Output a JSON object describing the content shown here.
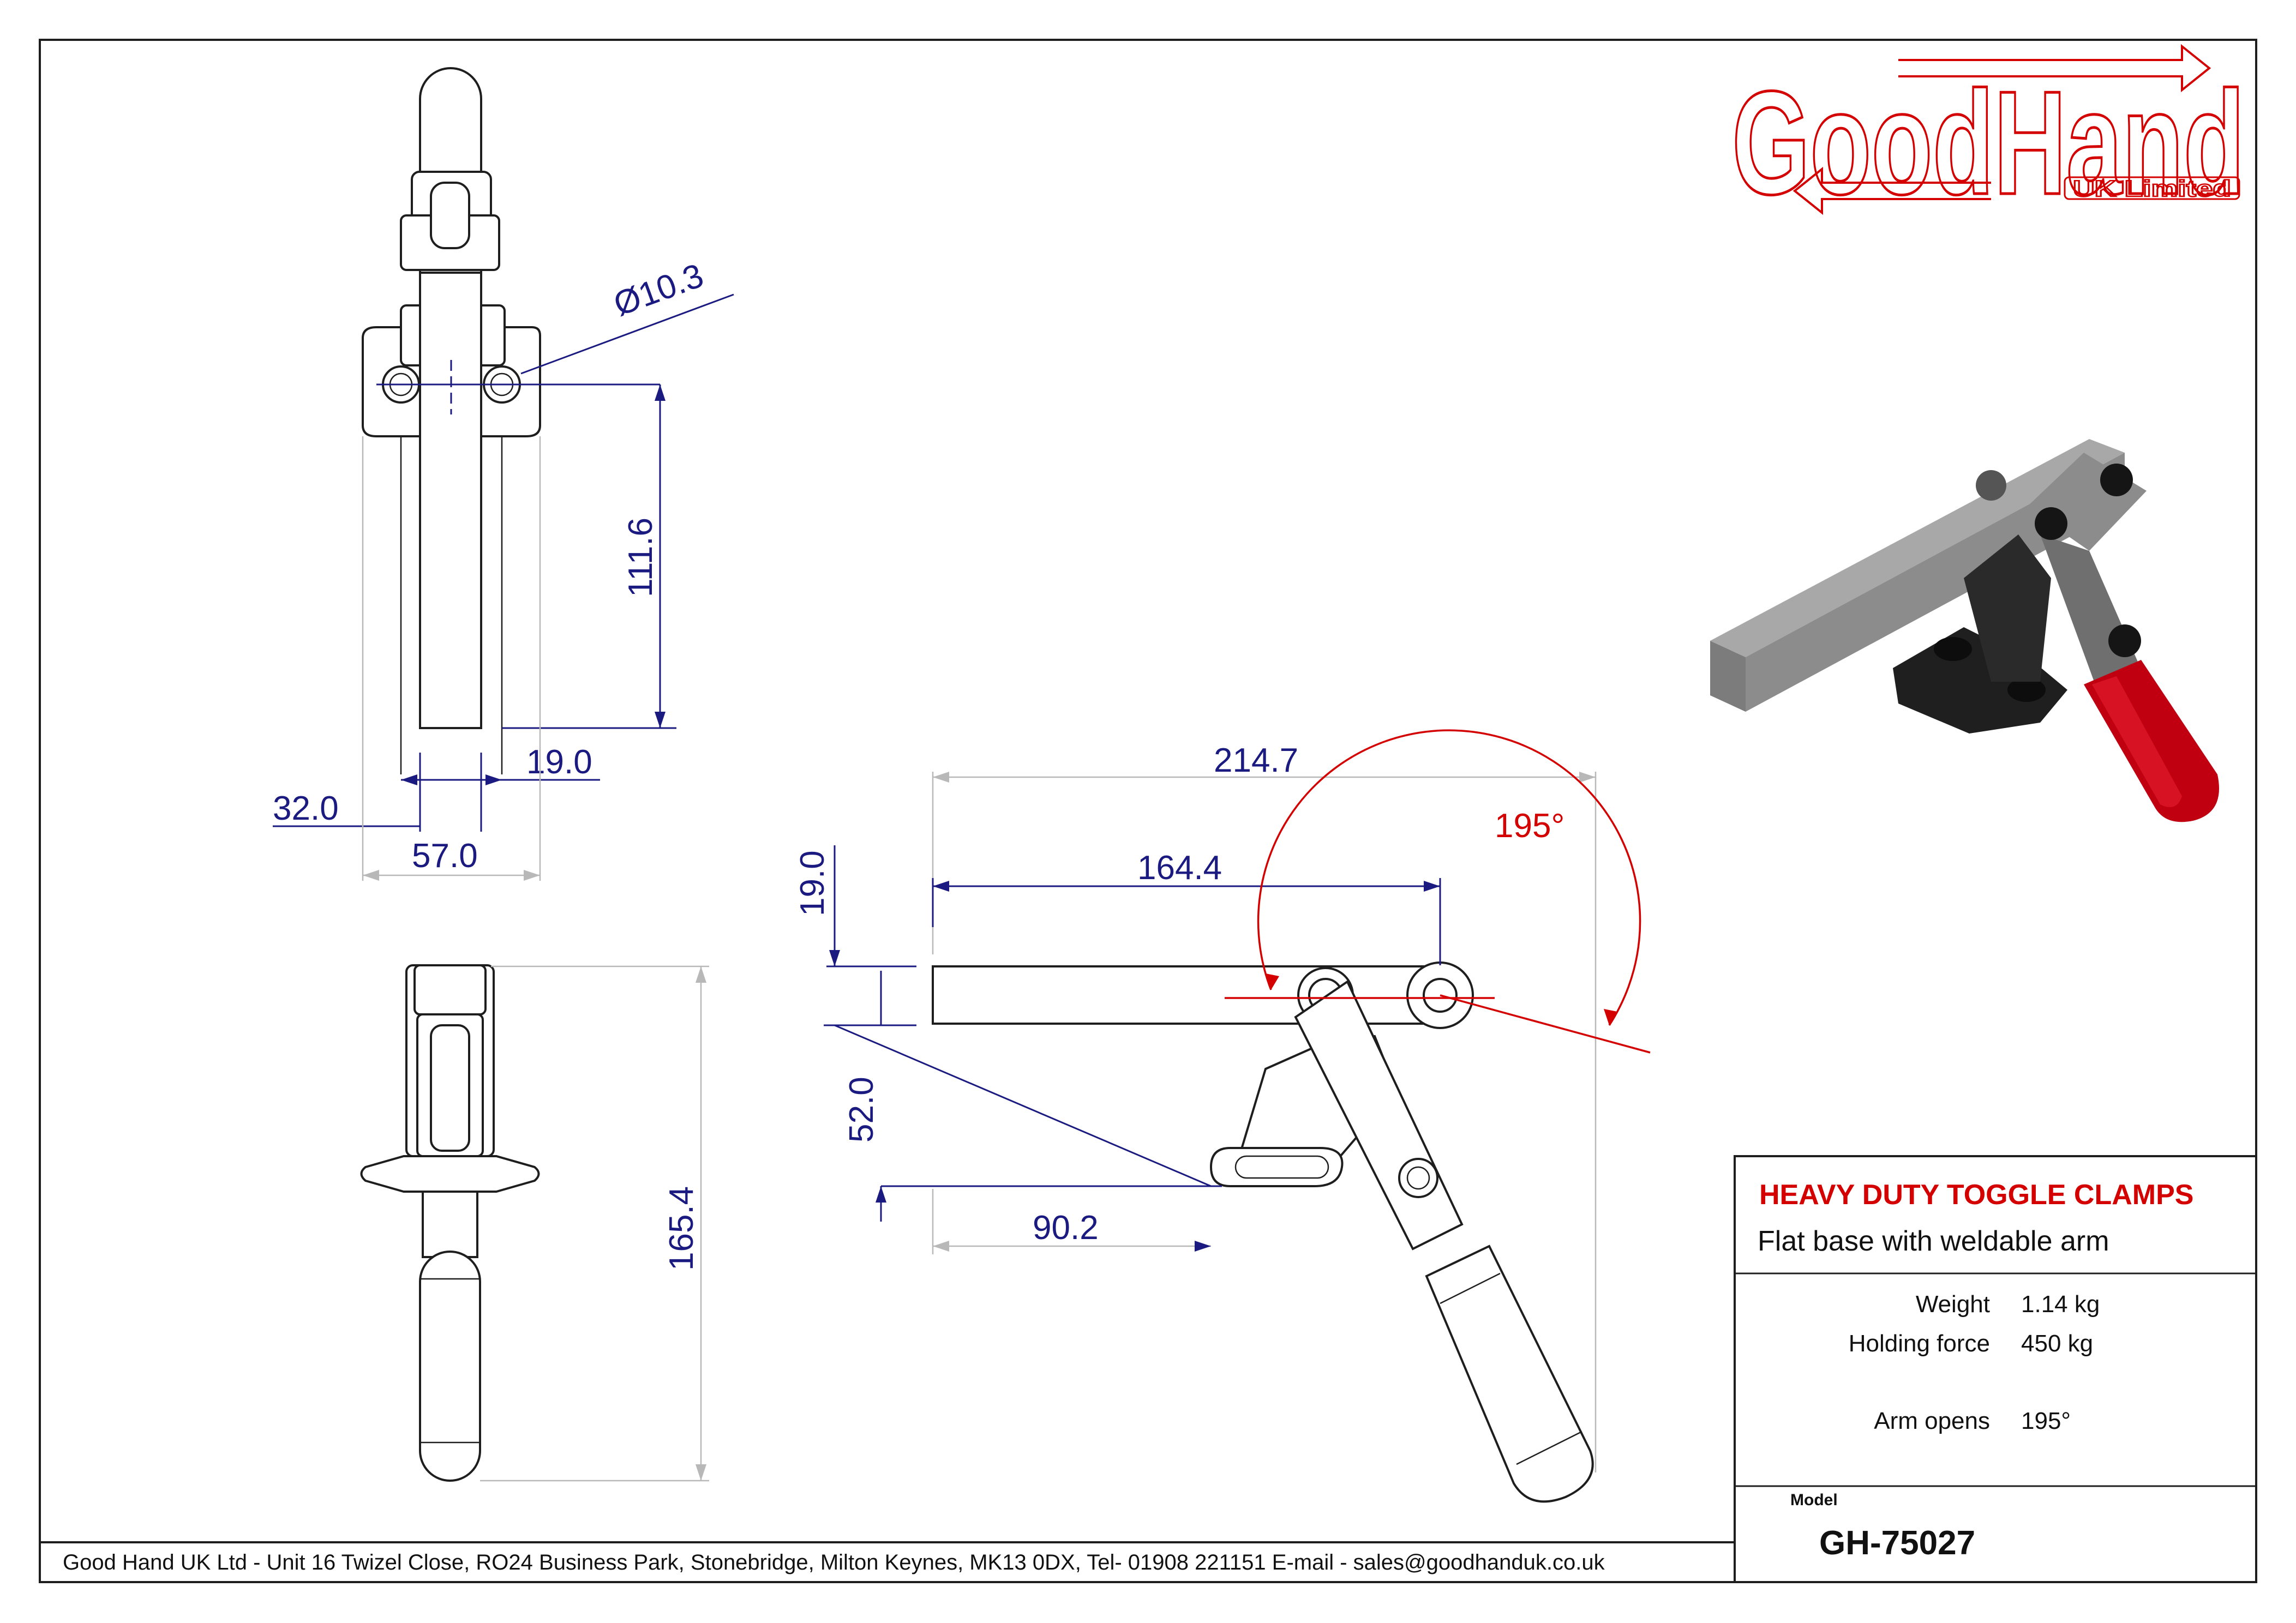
{
  "logo": {
    "brand": "GoodHand",
    "subtitle": "UK Limited"
  },
  "dimensions": {
    "hole_diameter": "Ø10.3",
    "top_view_height": "111.6",
    "top_view_offset": "19.0",
    "top_view_hole_spacing": "32.0",
    "top_view_width": "57.0",
    "front_view_height": "165.4",
    "side_overall_length": "214.7",
    "side_arm_length": "164.4",
    "side_arm_height": "19.0",
    "side_pivot_height": "52.0",
    "side_base_offset": "90.2",
    "side_arm_opening": "195°"
  },
  "title_block": {
    "title": "HEAVY DUTY TOGGLE CLAMPS",
    "subtitle": "Flat base with weldable arm",
    "specs": [
      {
        "label": "Weight",
        "value": "1.14 kg"
      },
      {
        "label": "Holding force",
        "value": "450 kg"
      },
      {
        "label": "Arm opens",
        "value": "195°"
      }
    ],
    "model_label": "Model",
    "model_number": "GH-75027"
  },
  "footer": {
    "address": "Good Hand UK Ltd  - Unit 16 Twizel Close, RO24 Business Park, Stonebridge, Milton Keynes, MK13 0DX,  Tel- 01908 221151  E-mail - sales@goodhanduk.co.uk"
  },
  "colors": {
    "accent_red": "#d40000",
    "dimension_blue": "#1a1a80",
    "handle_red": "#c00010",
    "arm_grey": "#8c8c8c",
    "body_dark": "#2a2a2a"
  }
}
